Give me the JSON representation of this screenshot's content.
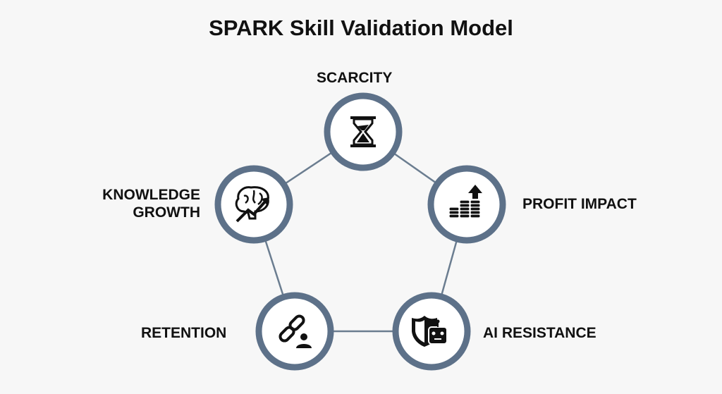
{
  "title": "SPARK Skill Validation Model",
  "nodes": [
    {
      "id": "scarcity",
      "label": "SCARCITY",
      "icon": "hourglass-icon"
    },
    {
      "id": "profit",
      "label": "PROFIT IMPACT",
      "icon": "coins-arrow-up-icon"
    },
    {
      "id": "ai",
      "label": "AI RESISTANCE",
      "icon": "shield-robot-icon"
    },
    {
      "id": "retention",
      "label": "RETENTION",
      "icon": "link-person-icon"
    },
    {
      "id": "knowledge",
      "label_line1": "KNOWLEDGE",
      "label_line2": "GROWTH",
      "icon": "brain-growth-icon"
    }
  ],
  "colors": {
    "ring": "#5d7189",
    "line": "#6b7d90",
    "icon": "#111111"
  }
}
